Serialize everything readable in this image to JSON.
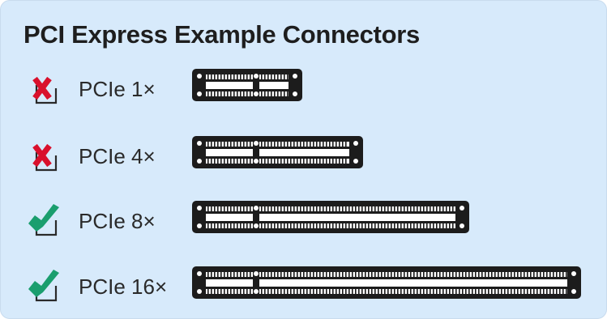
{
  "title": "PCI Express Example Connectors",
  "colors": {
    "background": "#d7eafb",
    "slot_body": "#1c1c1c",
    "check": "#1a9e6e",
    "cross": "#d9102c"
  },
  "rows": [
    {
      "label": "PCIe 1×",
      "status": "cross-icon",
      "lanes": 1
    },
    {
      "label": "PCIe 4×",
      "status": "cross-icon",
      "lanes": 4
    },
    {
      "label": "PCIe 8×",
      "status": "check-icon",
      "lanes": 8
    },
    {
      "label": "PCIe 16×",
      "status": "check-icon",
      "lanes": 16
    }
  ]
}
